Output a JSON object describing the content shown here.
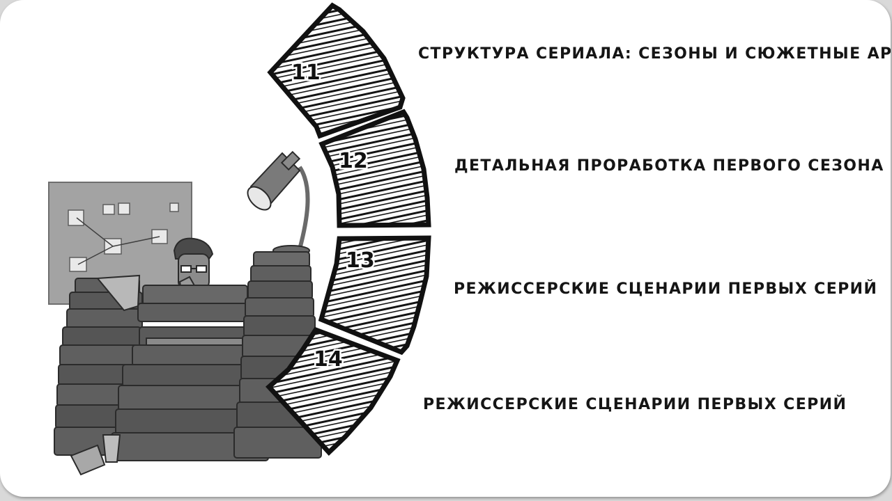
{
  "steps": [
    {
      "number": "11",
      "title": "СТРУКТУРА СЕРИАЛА: СЕЗОНЫ И СЮЖЕТНЫЕ АРКИ"
    },
    {
      "number": "12",
      "title": "ДЕТАЛЬНАЯ ПРОРАБОТКА ПЕРВОГО СЕЗОНА"
    },
    {
      "number": "13",
      "title": "РЕЖИССЕРСКИЕ СЦЕНАРИИ ПЕРВЫХ СЕРИЙ"
    },
    {
      "number": "14",
      "title": "РЕЖИССЕРСКИЕ СЦЕНАРИИ ПЕРВЫХ СЕРИЙ"
    }
  ],
  "illustration": "writer-buried-in-papers",
  "colors": {
    "ink": "#111111",
    "paper": "#ffffff",
    "pile": "#5a5a5a",
    "board": "#9a9a9a"
  }
}
